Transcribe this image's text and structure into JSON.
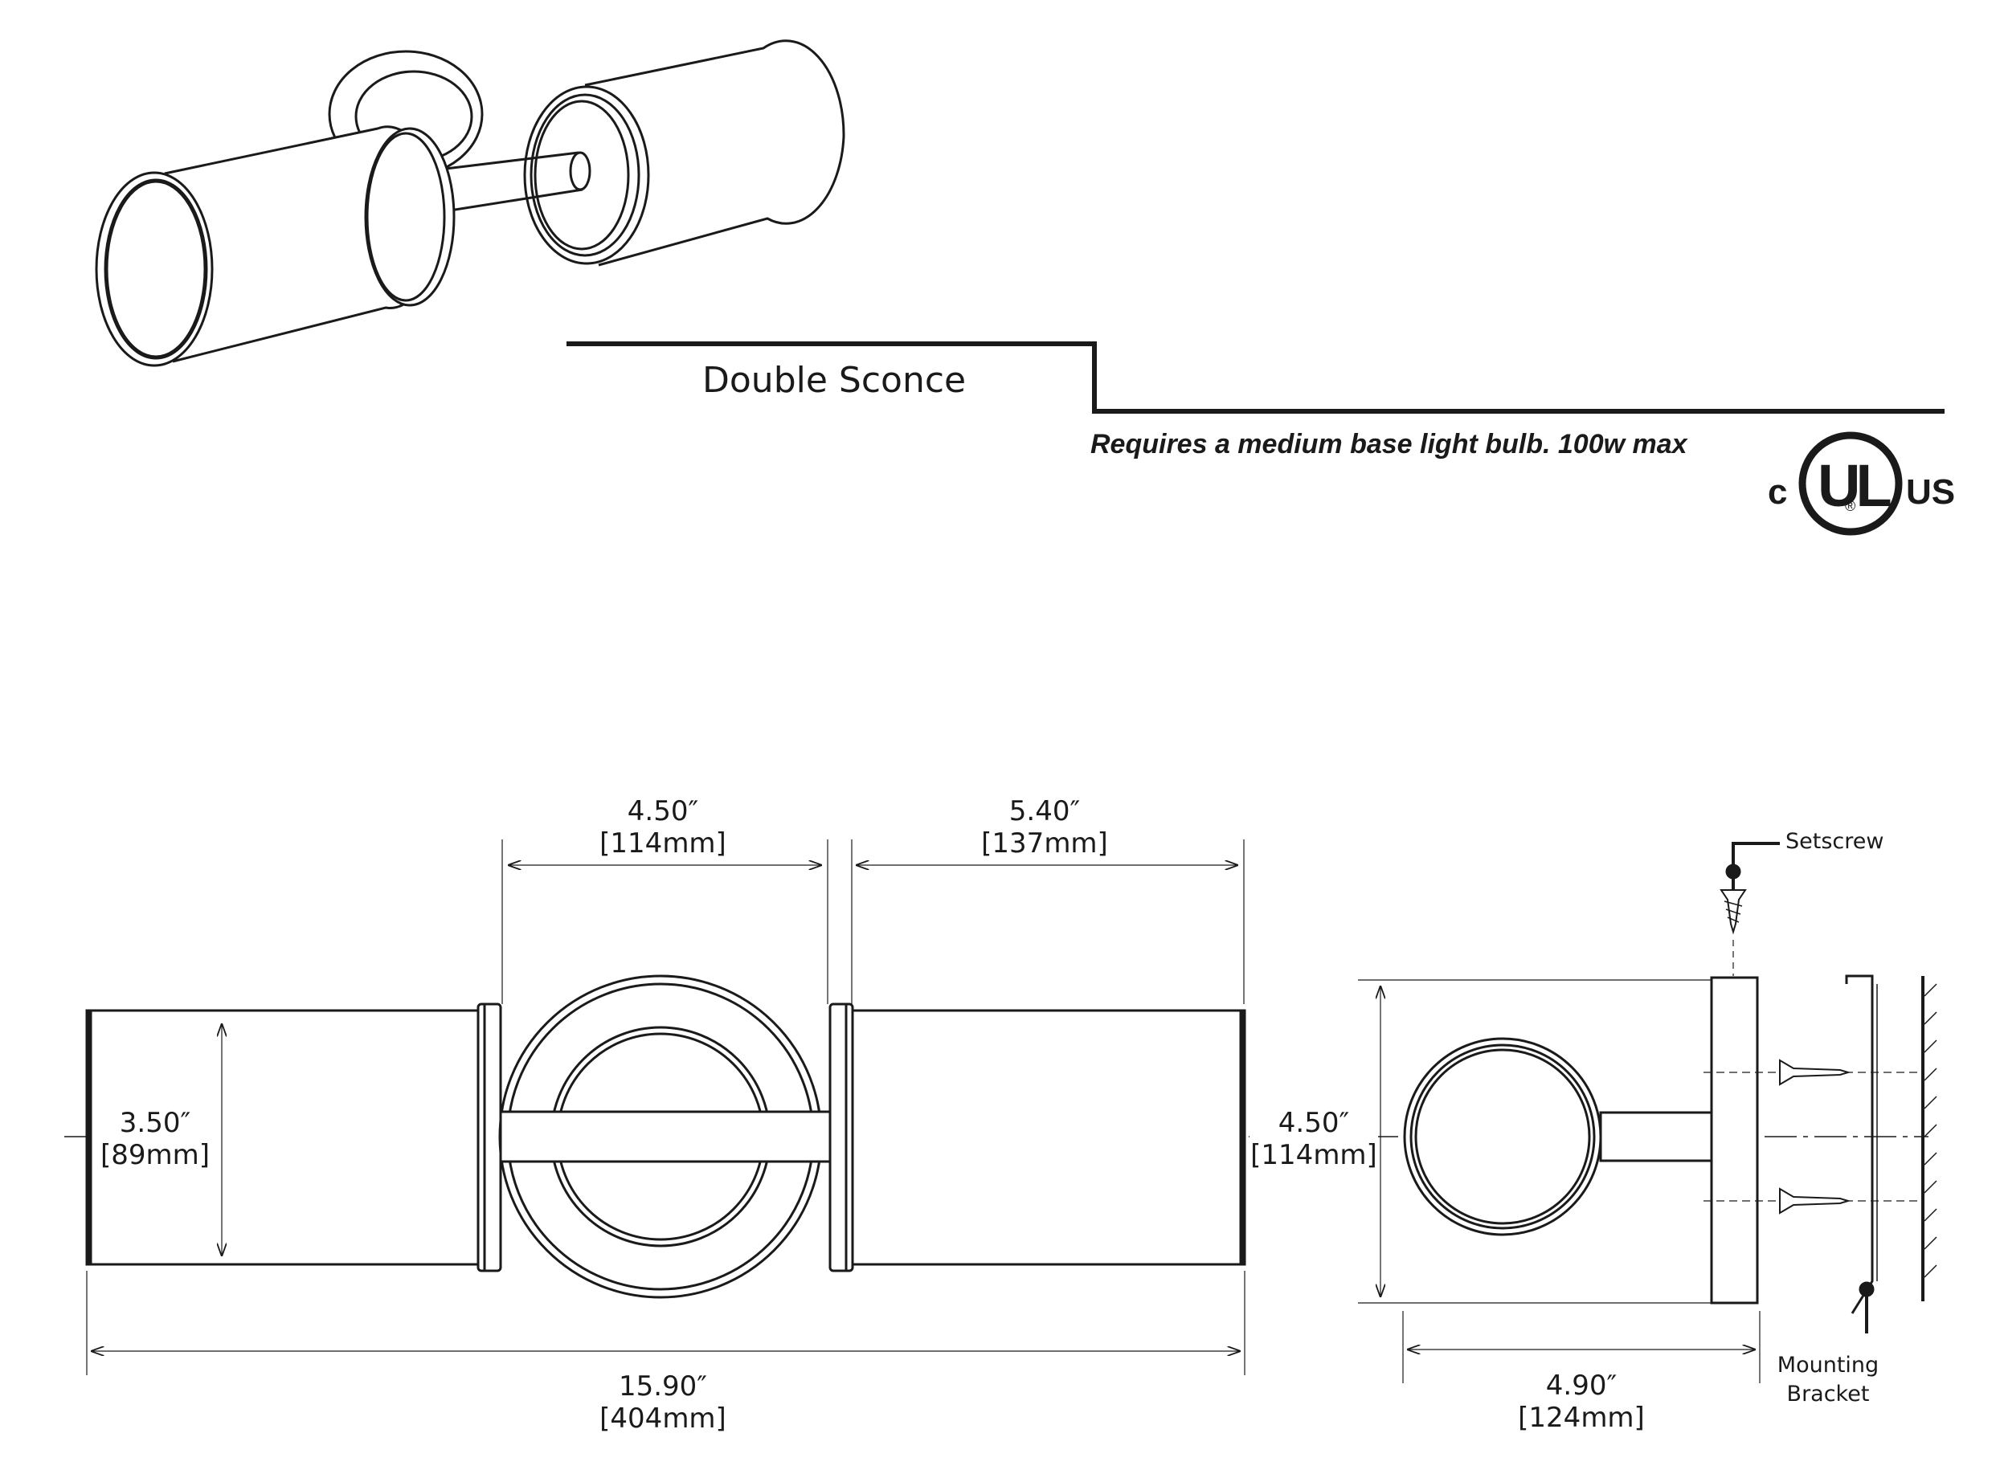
{
  "title": "Double Sconce",
  "note": "Requires a medium base light bulb. 100w max",
  "certification": {
    "left": "c",
    "right": "US",
    "mark": "UL",
    "registered": "®"
  },
  "dimensions": {
    "cylinder_diameter": {
      "inch": "3.50″",
      "mm": "[89mm]"
    },
    "backplate_width": {
      "inch": "4.50″",
      "mm": "[114mm]"
    },
    "shade_length": {
      "inch": "5.40″",
      "mm": "[137mm]"
    },
    "overall_width": {
      "inch": "15.90″",
      "mm": "[404mm]"
    },
    "side_height": {
      "inch": "4.50″",
      "mm": "[114mm]"
    },
    "projection": {
      "inch": "4.90″",
      "mm": "[124mm]"
    }
  },
  "labels": {
    "setscrew": "Setscrew",
    "mounting_bracket_line1": "Mounting",
    "mounting_bracket_line2": "Bracket"
  }
}
